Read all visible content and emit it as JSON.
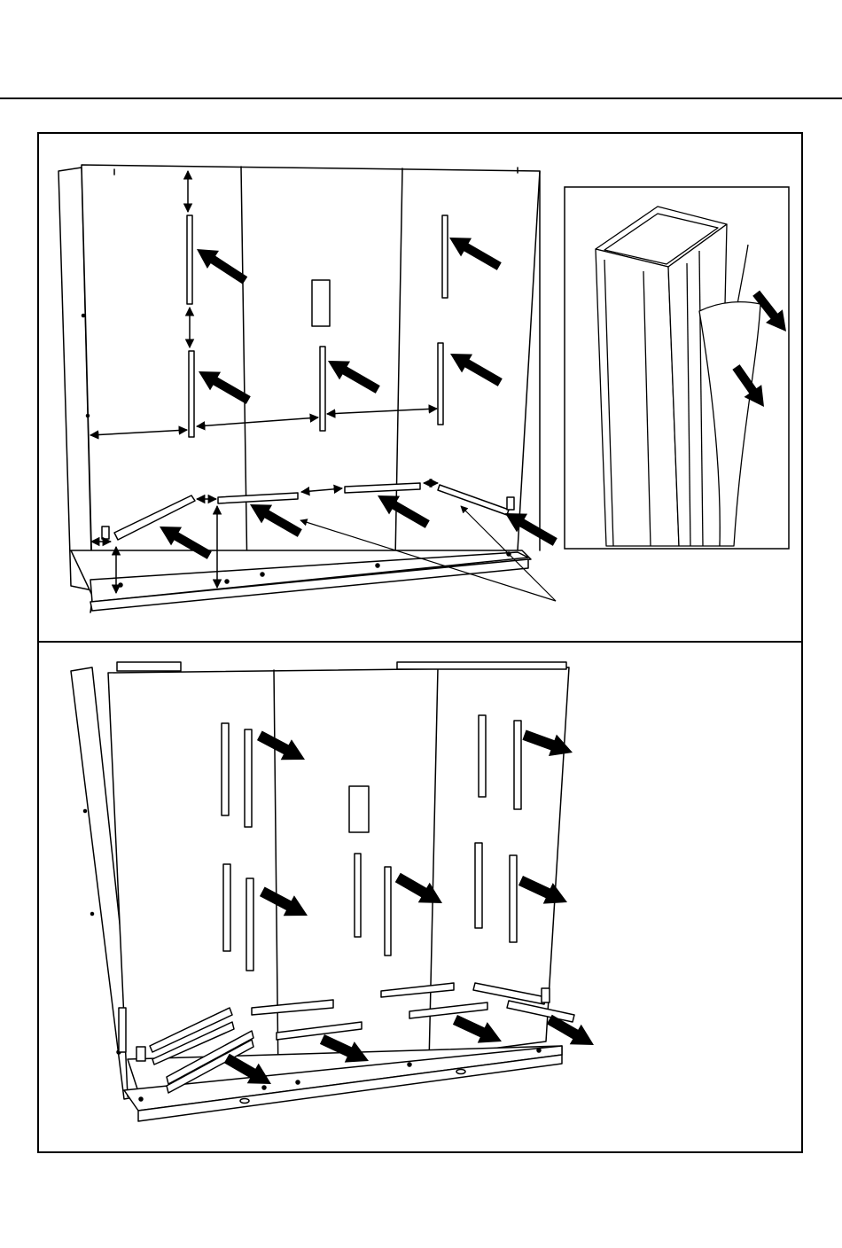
{
  "page": {
    "colors": {
      "ink": "#000000",
      "paper": "#ffffff",
      "shade": "#d9d9d9"
    }
  },
  "step_top": {
    "icons": [
      "cabinet-back-panel",
      "vertical-rail",
      "horizontal-rail",
      "dimension-arrow",
      "fill-arrow",
      "leader-line",
      "tape-strip-detail"
    ]
  },
  "step_bottom": {
    "icons": [
      "cabinet-back-panel",
      "vertical-rail-pair",
      "horizontal-rail-pair",
      "fill-arrow"
    ]
  }
}
